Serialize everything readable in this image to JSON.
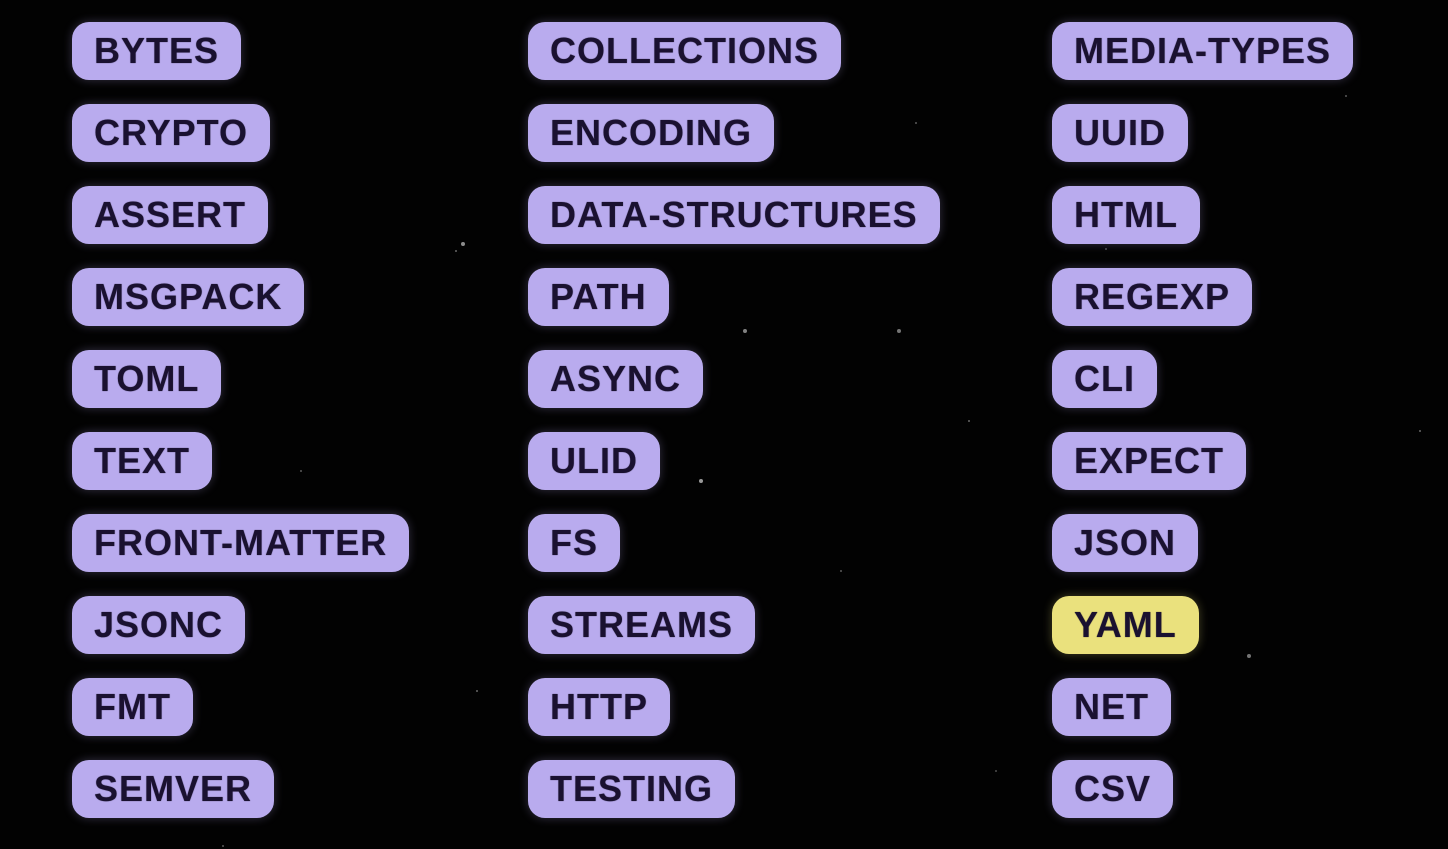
{
  "colors": {
    "background": "#020202",
    "pill_bg": "#b9abee",
    "pill_text": "#1a1130",
    "highlight_bg": "#eae17d"
  },
  "tag_grid": {
    "highlighted_tag": "YAML",
    "columns": [
      [
        "BYTES",
        "CRYPTO",
        "ASSERT",
        "MSGPACK",
        "TOML",
        "TEXT",
        "FRONT-MATTER",
        "JSONC",
        "FMT",
        "SEMVER"
      ],
      [
        "COLLECTIONS",
        "ENCODING",
        "DATA-STRUCTURES",
        "PATH",
        "ASYNC",
        "ULID",
        "FS",
        "STREAMS",
        "HTTP",
        "TESTING"
      ],
      [
        "MEDIA-TYPES",
        "UUID",
        "HTML",
        "REGEXP",
        "CLI",
        "EXPECT",
        "JSON",
        "YAML",
        "NET",
        "CSV"
      ]
    ]
  }
}
